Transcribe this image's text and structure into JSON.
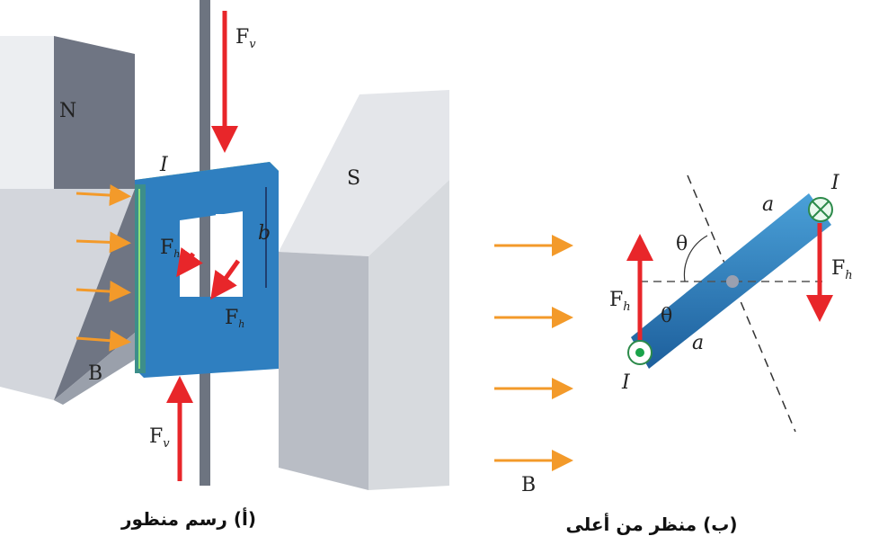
{
  "perspective": {
    "north_label": "N",
    "south_label": "S",
    "field_label": "B",
    "force_vertical_top": {
      "main": "F",
      "sub": "v"
    },
    "force_vertical_bottom": {
      "main": "F",
      "sub": "v"
    },
    "force_horizontal_left": {
      "main": "F",
      "sub": "h"
    },
    "force_horizontal_right": {
      "main": "F",
      "sub": "h"
    },
    "current_label": "I",
    "side_b_label": "b",
    "caption": "(أ) رسم منظور"
  },
  "top_view": {
    "field_label": "B",
    "angle_label": "θ",
    "angle_label_lower": "θ",
    "side_a_top": "a",
    "side_a_bottom": "a",
    "current_top": "I",
    "current_bottom": "I",
    "force_left": {
      "main": "F",
      "sub": "h"
    },
    "force_right": {
      "main": "F",
      "sub": "h"
    },
    "caption": "(ب) منظر من أعلى"
  },
  "colors": {
    "coil": "#2f7fc0",
    "force_arrow": "#e8262a",
    "field_arrow": "#f39a2a",
    "magnet": "#c9ccd2"
  }
}
